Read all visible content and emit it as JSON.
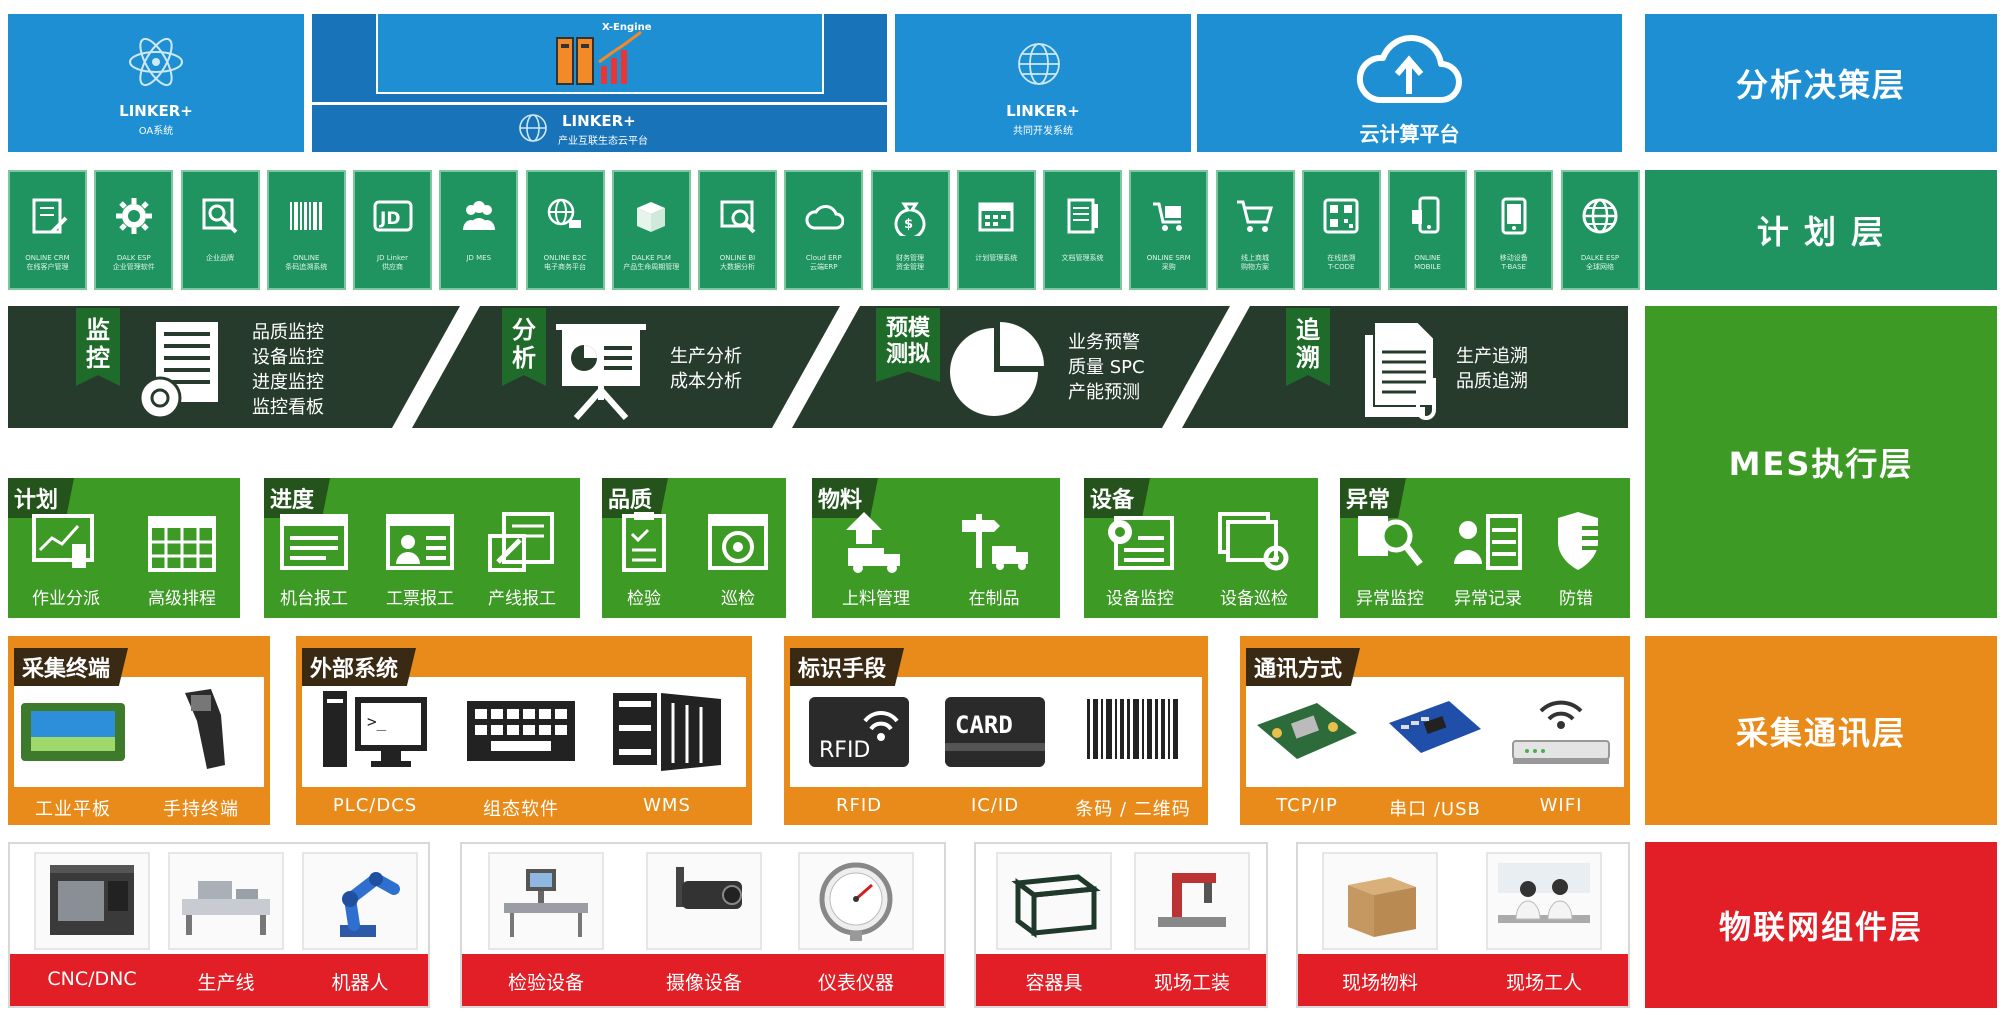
{
  "layers": {
    "analysis": "分析决策层",
    "plan": "计 划 层",
    "mes": "MES执行层",
    "collect": "采集通讯层",
    "iot": "物联网组件层"
  },
  "colors": {
    "blue": "#1e8fd3",
    "teal_green": "#1f9360",
    "dark_green": "#263b2c",
    "green": "#3d9a25",
    "orange": "#e98b1a",
    "red": "#e21f26"
  },
  "row1": {
    "oa_brand": "LINKER+",
    "oa_name": "OA系统",
    "platform_top": "X-Engine",
    "platform_brand": "LINKER+",
    "platform_name": "产业互联生态云平台",
    "gw_brand": "LINKER+",
    "gw_name": "共同开发系统",
    "cloud": "云计算平台"
  },
  "row2": {
    "tiles": [
      {
        "icon": "document-edit-icon",
        "caption": "ONLINE CRM&#10;在线客户管理"
      },
      {
        "icon": "gear-icon",
        "caption": "DALK ESP&#10;企业管理软件"
      },
      {
        "icon": "magnify-doc-icon",
        "caption": "企业品牌"
      },
      {
        "icon": "barcode-icon",
        "caption": "ONLINE&#10;条码追溯系统"
      },
      {
        "icon": "jd-logo-icon",
        "caption": "JD Linker&#10;供应商"
      },
      {
        "icon": "people-icon",
        "caption": "JD MES"
      },
      {
        "icon": "globe-cart-icon",
        "caption": "ONLINE B2C&#10;电子商务平台"
      },
      {
        "icon": "box-icon",
        "caption": "DALKE PLM&#10;产品生命周期管理"
      },
      {
        "icon": "search-window-icon",
        "caption": "ONLINE BI&#10;大数据分析"
      },
      {
        "icon": "cloud-icon",
        "caption": "Cloud ERP&#10;云端ERP"
      },
      {
        "icon": "money-bag-icon",
        "caption": "财务管理&#10;资金管理"
      },
      {
        "icon": "calendar-icon",
        "caption": "计划管理系统"
      },
      {
        "icon": "notepad-icon",
        "caption": "文档管理系统"
      },
      {
        "icon": "cart-delivery-icon",
        "caption": "ONLINE SRM&#10;采购"
      },
      {
        "icon": "shopping-cart-icon",
        "caption": "线上商城&#10;购物方案"
      },
      {
        "icon": "qr-code-icon",
        "caption": "在线追溯&#10;T-CODE"
      },
      {
        "icon": "mobile-phone-icon",
        "caption": "ONLINE&#10;MOBILE"
      },
      {
        "icon": "tablet-icon",
        "caption": "移动设备&#10;T-BASE"
      },
      {
        "icon": "globe-icon",
        "caption": "DALKE ESP&#10;全球网络"
      }
    ]
  },
  "row3": {
    "monitor": {
      "tag": "监控",
      "lines": [
        "品质监控",
        "设备监控",
        "进度监控",
        "监控看板"
      ]
    },
    "analysis": {
      "tag": "分析",
      "lines": [
        "生产分析",
        "成本分析"
      ]
    },
    "simulate": {
      "tag": "预模测拟",
      "lines": [
        "业务预警",
        "质量 SPC",
        "产能预测"
      ]
    },
    "trace": {
      "tag": "追溯",
      "lines": [
        "生产追溯",
        "品质追溯"
      ]
    }
  },
  "row4": {
    "plan": {
      "tag": "计划",
      "items": [
        "作业分派",
        "高级排程"
      ]
    },
    "progress": {
      "tag": "进度",
      "items": [
        "机台报工",
        "工票报工",
        "产线报工"
      ]
    },
    "quality": {
      "tag": "品质",
      "items": [
        "检验",
        "巡检"
      ]
    },
    "material": {
      "tag": "物料",
      "items": [
        "上料管理",
        "在制品"
      ]
    },
    "equipment": {
      "tag": "设备",
      "items": [
        "设备监控",
        "设备巡检"
      ]
    },
    "exception": {
      "tag": "异常",
      "items": [
        "异常监控",
        "异常记录",
        "防错"
      ]
    }
  },
  "row5": {
    "terminal": {
      "tag": "采集终端",
      "items": [
        "工业平板",
        "手持终端"
      ]
    },
    "external": {
      "tag": "外部系统",
      "items": [
        "PLC/DCS",
        "组态软件",
        "WMS"
      ]
    },
    "identify": {
      "tag": "标识手段",
      "items": [
        "RFID",
        "IC/ID",
        "条码 / 二维码"
      ],
      "rfid_text": "RFID",
      "card_text": "CARD"
    },
    "comm": {
      "tag": "通讯方式",
      "items": [
        "TCP/IP",
        "串口 /USB",
        "WIFI"
      ]
    }
  },
  "row6": {
    "group1": [
      "CNC/DNC",
      "生产线",
      "机器人"
    ],
    "group2": [
      "检验设备",
      "摄像设备",
      "仪表仪器"
    ],
    "group3": [
      "容器具",
      "现场工装"
    ],
    "group4": [
      "现场物料",
      "现场工人"
    ]
  }
}
